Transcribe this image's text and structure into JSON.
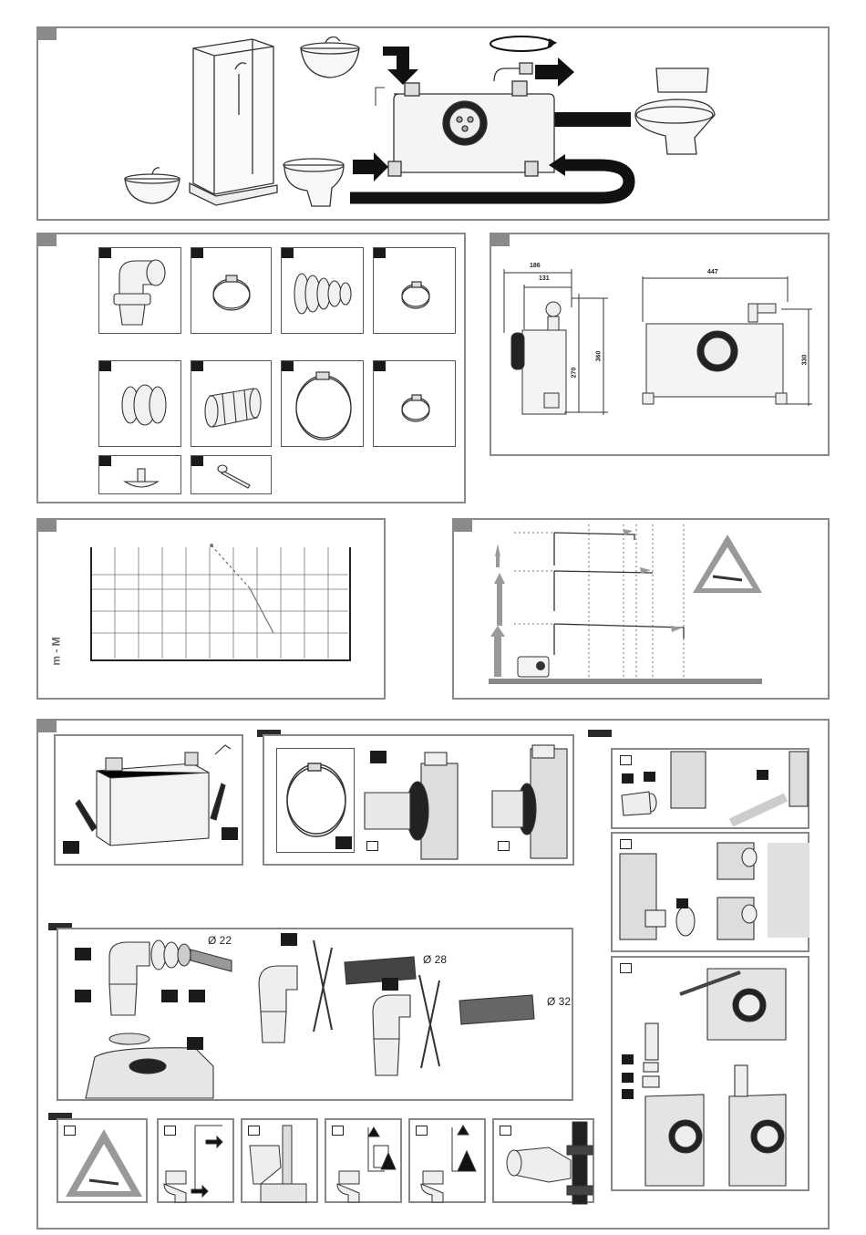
{
  "dimensions": {
    "side_width": "186",
    "side_inner": "131",
    "side_height_total": "360",
    "side_height_outlet": "270",
    "front_width": "447",
    "front_height": "330"
  },
  "chart": {
    "axis_label": "m - M"
  },
  "diameters": {
    "d22": "Ø 22",
    "d28": "Ø 28",
    "d32": "Ø 32"
  },
  "colors": {
    "frame": "#8a8a8a",
    "ink": "#222222",
    "accent": "#1a1a1a"
  },
  "icons": [
    "sink-icon",
    "shower-icon",
    "bidet-icon",
    "toilet-icon",
    "arrow-icon",
    "warning-icon",
    "pump-icon"
  ]
}
